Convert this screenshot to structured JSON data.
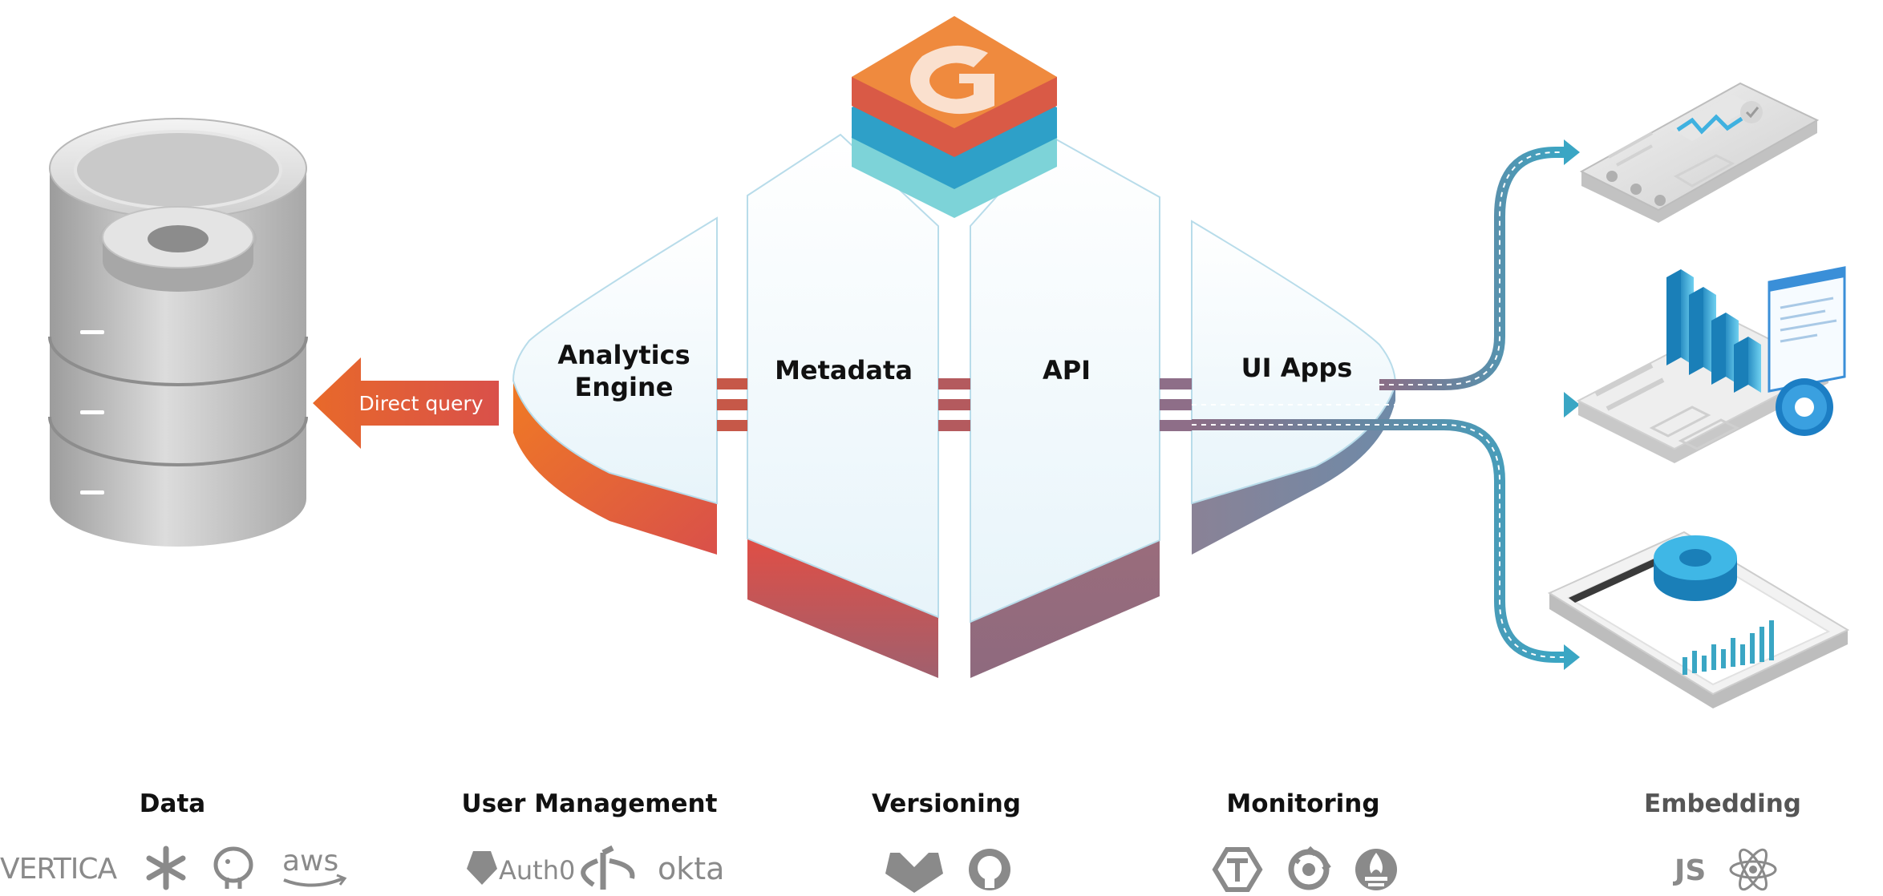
{
  "colors": {
    "orange": "#e8692a",
    "red": "#d9504a",
    "mauve": "#8e7c8c",
    "slate": "#6e8aa8",
    "teal": "#3aa6c4",
    "grey_logo": "#8a8a8a"
  },
  "direct_query_arrow": {
    "label": "Direct query"
  },
  "panels": [
    {
      "id": "analytics-engine",
      "label_line1": "Analytics",
      "label_line2": "Engine"
    },
    {
      "id": "metadata",
      "label": "Metadata"
    },
    {
      "id": "api",
      "label": "API"
    },
    {
      "id": "ui-apps",
      "label": "UI Apps"
    }
  ],
  "categories": [
    {
      "id": "data",
      "label": "Data",
      "logos": [
        "VERTICA",
        "snowflake-icon",
        "postgresql-icon",
        "aws"
      ]
    },
    {
      "id": "user-management",
      "label": "User Management",
      "logos": [
        "Auth0",
        "openid-icon",
        "okta"
      ]
    },
    {
      "id": "versioning",
      "label": "Versioning",
      "logos": [
        "gitlab-icon",
        "github-icon"
      ]
    },
    {
      "id": "monitoring",
      "label": "Monitoring",
      "logos": [
        "tracing-icon",
        "grafana-icon",
        "prometheus-icon"
      ]
    },
    {
      "id": "embedding",
      "label": "Embedding",
      "logos": [
        "JS",
        "react-icon"
      ]
    }
  ]
}
